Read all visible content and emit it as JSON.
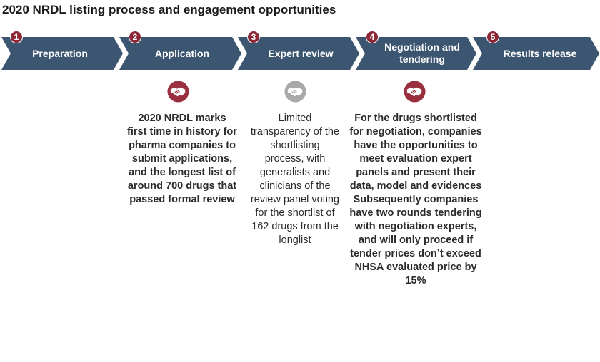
{
  "title": "2020 NRDL listing process and engagement opportunities",
  "colors": {
    "step_fill": "#3c5672",
    "number_badge": "#8b2736",
    "icon_active": "#9a2f3f",
    "icon_inactive": "#a9a9a9"
  },
  "steps": [
    {
      "number": "1",
      "label": "Preparation"
    },
    {
      "number": "2",
      "label": "Application"
    },
    {
      "number": "3",
      "label": "Expert review"
    },
    {
      "number": "4",
      "label": "Negotiation and tendering"
    },
    {
      "number": "5",
      "label": "Results release"
    }
  ],
  "icons": [
    {
      "name": "handshake-icon",
      "color": "#9a2f3f"
    },
    {
      "name": "handshake-icon",
      "color": "#a9a9a9"
    },
    {
      "name": "handshake-icon",
      "color": "#9a2f3f"
    }
  ],
  "descriptions": {
    "application": "2020 NRDL marks first time in history for pharma companies to submit applications, and the longest list of around 700 drugs that passed formal review",
    "expert_review": "Limited transparency of the shortlisting process, with generalists and clinicians of the review panel voting for the shortlist of 162 drugs from the longlist",
    "negotiation": "For the drugs shortlisted for negotiation, companies have the opportunities to meet evaluation expert panels and present their data, model and evidences Subsequently companies have two rounds tendering with negotiation experts, and will only proceed if tender prices don’t exceed NHSA evaluated price by 15%"
  }
}
